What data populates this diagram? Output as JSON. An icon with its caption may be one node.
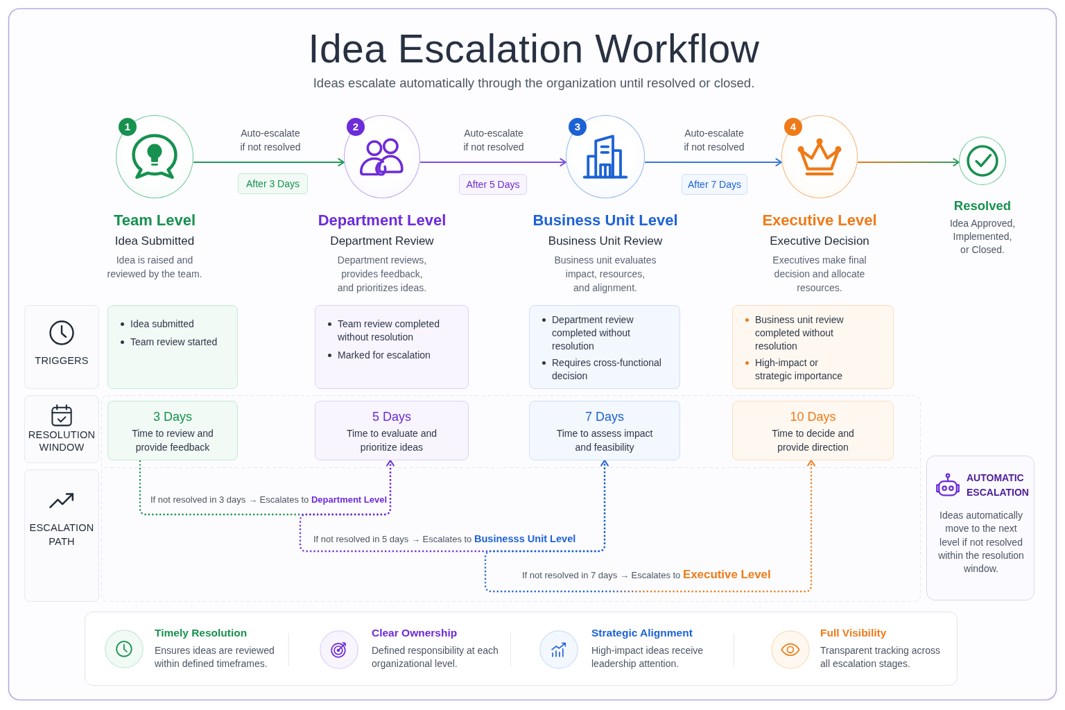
{
  "diagram": {
    "title": "Idea Escalation Workflow",
    "nodes": [
      {
        "text": [
          "1",
          "Team Level",
          "Idea Submitted"
        ],
        "beside": [
          "Idea is raised and reviewed by the team."
        ]
      },
      {
        "text": [
          "After 3 Days"
        ]
      },
      {
        "text": [
          "2",
          "Department Level",
          "Department Review"
        ],
        "beside": [
          "Department reviews, provides feedback, and prioritizes ideas."
        ]
      },
      {
        "text": [
          "After 5 Days"
        ]
      },
      {
        "text": [
          "3",
          "Business Unit Level",
          "Business Unit Review"
        ],
        "beside": [
          "Business unit evaluates impact, resources, and alignment."
        ]
      },
      {
        "text": [
          "After 7 Days"
        ]
      },
      {
        "text": [
          "4",
          "Executive Level",
          "Executive Decision"
        ],
        "beside": [
          "Executives make final decision and allocate resources."
        ]
      },
      {
        "text": [
          "Resolved",
          "Idea Approved, Implemented, or Closed."
        ]
      },
      {
        "text": [
          "TRIGGERS"
        ]
      },
      {
        "text": [
          "Idea submitted",
          "Team review started"
        ]
      },
      {
        "text": [
          "Team review completed without resolution",
          "Marked for escalation"
        ]
      },
      {
        "text": [
          "Department review completed without resolution",
          "Requires cross-functional decision"
        ]
      },
      {
        "text": [
          "Business unit review completed without resolution",
          "High-impact or strategic importance"
        ]
      },
      {
        "text": [
          "RESOLUTION WINDOW"
        ]
      },
      {
        "text": [
          "3 Days",
          "Time to review and provide feedback"
        ]
      },
      {
        "text": [
          "5 Days",
          "Time to evaluate and prioritize ideas"
        ]
      },
      {
        "text": [
          "7 Days",
          "Time to assess impact and feasibility"
        ]
      },
      {
        "text": [
          "10 Days",
          "Time to decide and provide direction"
        ]
      },
      {
        "text": [
          "ESCALATION PATH"
        ]
      },
      {
        "text": [
          "AUTOMATIC ESCALATION",
          "Ideas automatically move to the next level if not resolved within the resolution window."
        ]
      },
      {
        "text": [
          "Timely Resolution",
          "Ensures ideas are reviewed within defined timeframes.",
          "Clear Ownership",
          "Defined responsibility at each organizational level.",
          "Strategic Alignment",
          "High-impact ideas receive leadership attention.",
          "Full Visibility",
          "Transparent tracking across all escalation stages."
        ]
      }
    ],
    "edges": [
      {
        "from": 0,
        "to": 2,
        "arrow": "to",
        "label": "Auto-escalate if not resolved",
        "color": "#1f9a5b"
      },
      {
        "from": 2,
        "to": 4,
        "arrow": "to",
        "label": "Auto-escalate if not resolved",
        "color": "#7d4ee0"
      },
      {
        "from": 4,
        "to": 6,
        "arrow": "to",
        "label": "Auto-escalate if not resolved",
        "color": "#3a78dc"
      },
      {
        "from": 6,
        "to": 7,
        "arrow": "to",
        "color": "#2e9e5b"
      },
      {
        "from": 14,
        "to": 15,
        "arrow": "to",
        "label": "If not resolved in 3 days → Escalates to **Department Level**",
        "style": "dashed",
        "color": "#6d2bd9"
      },
      {
        "from": 15,
        "to": 16,
        "arrow": "to",
        "label": "If not resolved in 5 days → Escalates to **Businesss Unit Level**",
        "style": "dashed",
        "color": "#1d62d5"
      },
      {
        "from": 16,
        "to": 17,
        "arrow": "to",
        "label": "If not resolved in 7 days → Escalates to **Executive Level**",
        "style": "dashed",
        "color": "#ef7a17"
      }
    ],
    "labels": [
      "Ideas escalate automatically through the organization until resolved or closed."
    ]
  }
}
